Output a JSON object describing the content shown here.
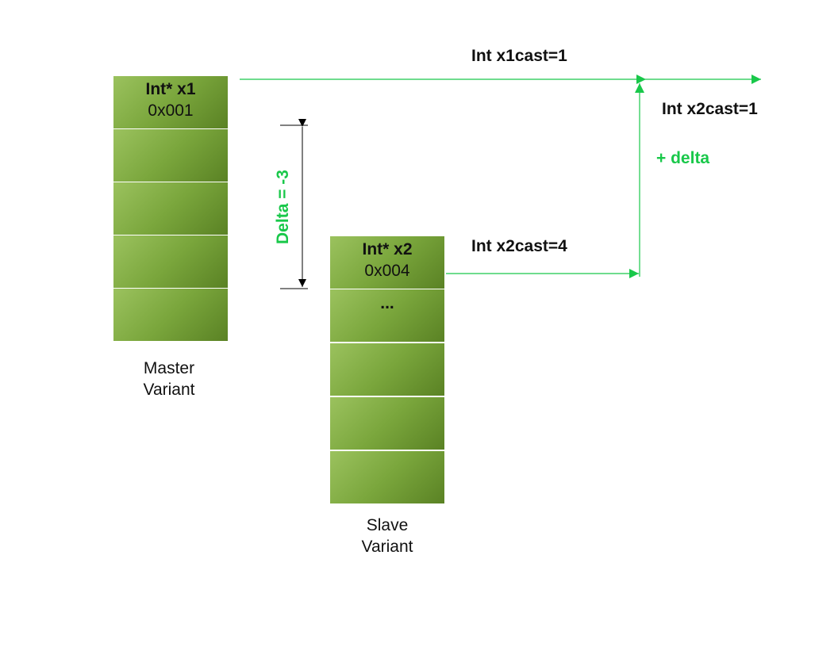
{
  "master": {
    "title": "Int* x1",
    "address": "0x001",
    "caption_line1": "Master",
    "caption_line2": "Variant"
  },
  "slave": {
    "title": "Int* x2",
    "address": "0x004",
    "ellipsis": "...",
    "caption_line1": "Slave",
    "caption_line2": "Variant"
  },
  "labels": {
    "x1cast": "Int x1cast=1",
    "x2cast_result": "Int x2cast=1",
    "x2cast": "Int x2cast=4",
    "plus_delta": "+ delta",
    "delta": "Delta = -3"
  },
  "colors": {
    "arrow_green": "#19c84a",
    "cell_light": "#9bc25e",
    "cell_dark": "#5a8224",
    "dimension_black": "#000000"
  }
}
